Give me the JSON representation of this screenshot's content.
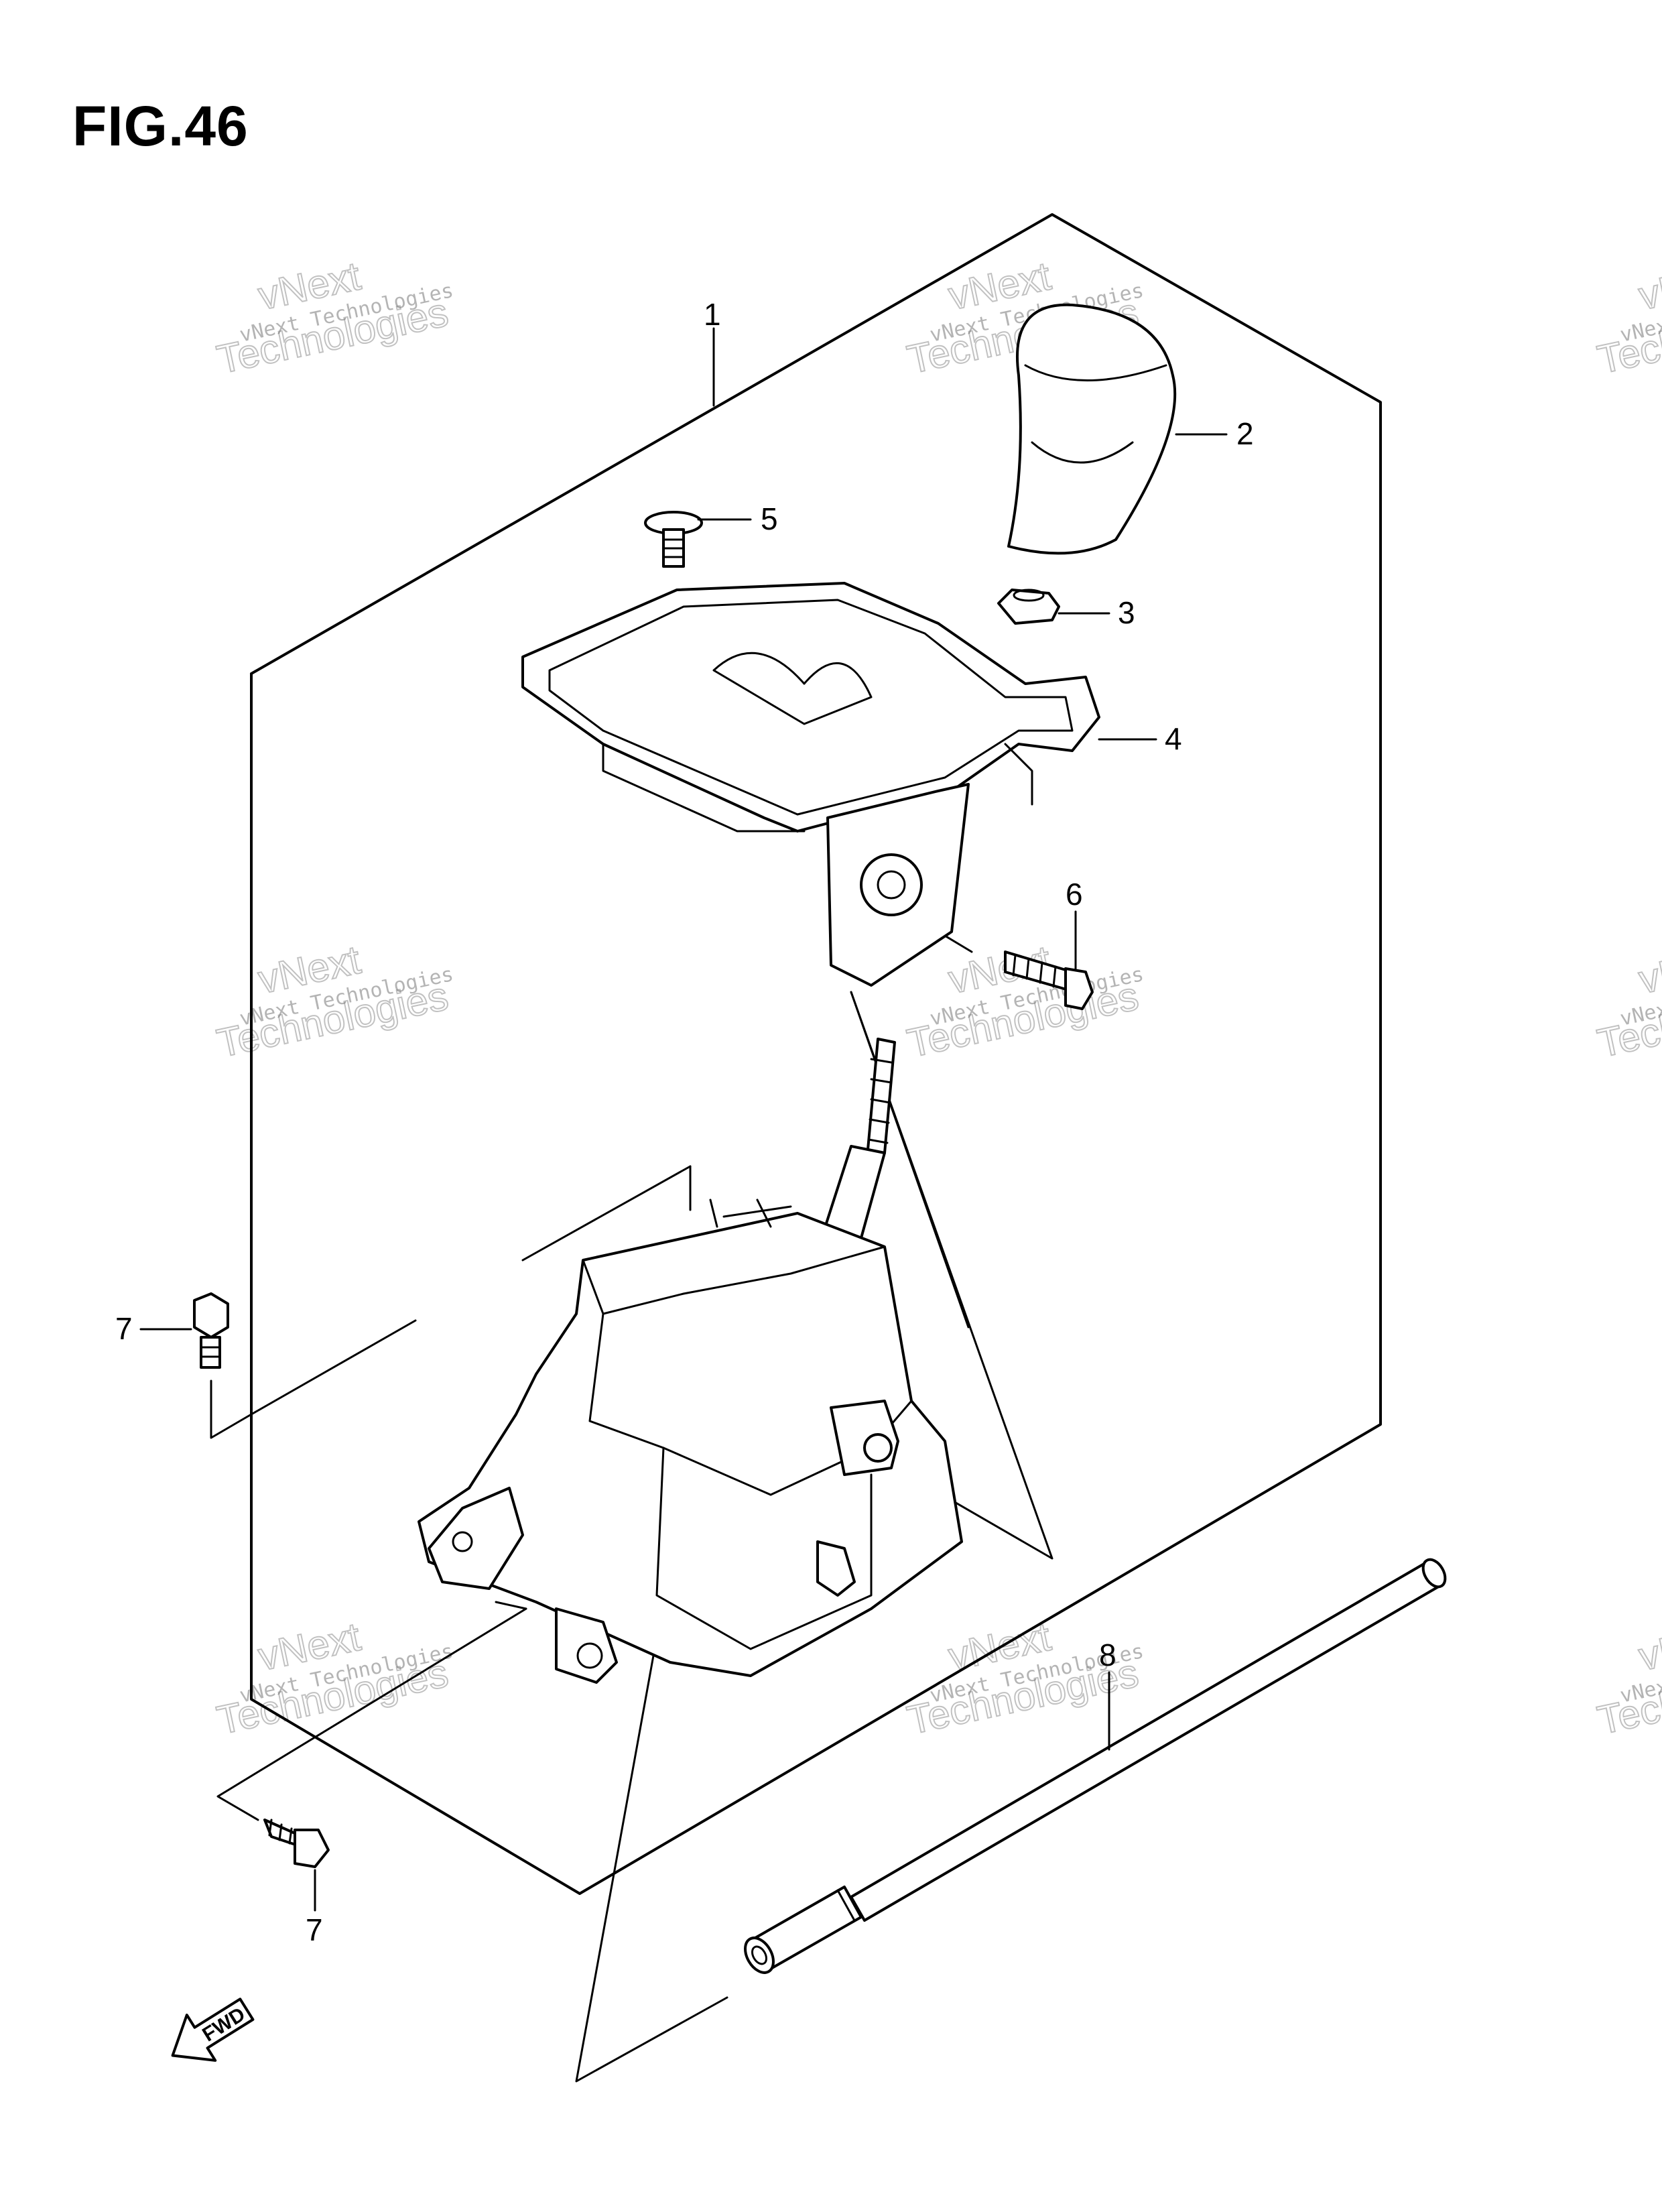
{
  "figure": {
    "title": "FIG.46"
  },
  "watermark": {
    "small": "vNext Technologies",
    "large_1": "vNext",
    "large_2": "Technologies"
  },
  "callouts": {
    "c1": "1",
    "c2": "2",
    "c3": "3",
    "c4": "4",
    "c5": "5",
    "c6": "6",
    "c7a": "7",
    "c7b": "7",
    "c8": "8"
  },
  "fwd_arrow": {
    "label": "FWD"
  }
}
